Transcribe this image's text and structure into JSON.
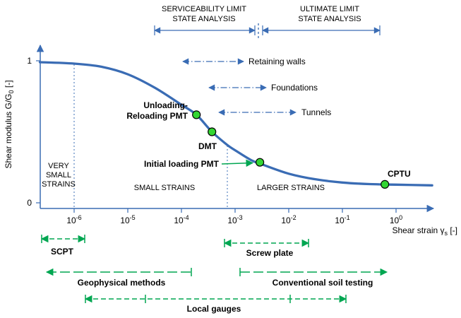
{
  "chart_data": {
    "type": "line",
    "title": "",
    "x_axis": {
      "scale": "log",
      "label": "Shear strain γs [-]",
      "label_parts": {
        "prefix": "Shear strain γ",
        "sub": "s",
        "suffix": " [-]"
      },
      "ticks": [
        {
          "base": "10",
          "exp": "-6",
          "value": 1e-06
        },
        {
          "base": "10",
          "exp": "-5",
          "value": 1e-05
        },
        {
          "base": "10",
          "exp": "-4",
          "value": 0.0001
        },
        {
          "base": "10",
          "exp": "-3",
          "value": 0.001
        },
        {
          "base": "10",
          "exp": "-2",
          "value": 0.01
        },
        {
          "base": "10",
          "exp": "-1",
          "value": 0.1
        },
        {
          "base": "10",
          "exp": "0",
          "value": 1
        }
      ]
    },
    "y_axis": {
      "label": "Shear modulus G/G0 [-]",
      "label_parts": {
        "prefix": "Shear modulus G/G",
        "sub": "0",
        "suffix": " [-]"
      },
      "ticks": [
        {
          "label": "1",
          "value": 1
        },
        {
          "label": "0",
          "value": 0
        }
      ]
    },
    "curve": {
      "name": "shear-modulus-degradation-curve",
      "points": [
        [
          2.3e-07,
          0.99
        ],
        [
          1e-06,
          0.98
        ],
        [
          3.2e-06,
          0.958
        ],
        [
          1e-05,
          0.905
        ],
        [
          3.2e-05,
          0.81
        ],
        [
          0.0001,
          0.69
        ],
        [
          0.00019,
          0.62
        ],
        [
          0.00037,
          0.5
        ],
        [
          0.0007,
          0.41
        ],
        [
          0.001,
          0.37
        ],
        [
          0.002,
          0.3
        ],
        [
          0.0032,
          0.27
        ],
        [
          0.01,
          0.205
        ],
        [
          0.032,
          0.165
        ],
        [
          0.1,
          0.143
        ],
        [
          0.32,
          0.132
        ],
        [
          1.0,
          0.128
        ],
        [
          4.7,
          0.123
        ]
      ]
    },
    "test_points": [
      {
        "label": "Unloading-Reloading PMT",
        "label_lines": [
          "Unloading-",
          "Reloading PMT"
        ],
        "strain": 0.00019,
        "g_ratio": 0.62
      },
      {
        "label": "DMT",
        "label_lines": [
          "DMT"
        ],
        "strain": 0.00037,
        "g_ratio": 0.5
      },
      {
        "label": "Initial loading PMT",
        "label_lines": [
          "Initial loading PMT"
        ],
        "strain": 0.0029,
        "g_ratio": 0.285
      },
      {
        "label": "CPTU",
        "label_lines": [
          "CPTU"
        ],
        "strain": 0.62,
        "g_ratio": 0.13
      }
    ],
    "strain_regions": [
      {
        "label": "VERY SMALL STRAINS",
        "label_lines": [
          "VERY",
          "SMALL",
          "STRAINS"
        ],
        "range": [
          null,
          1e-06
        ]
      },
      {
        "label": "SMALL STRAINS",
        "label_lines": [
          "SMALL STRAINS"
        ],
        "range": [
          1e-06,
          0.0007
        ]
      },
      {
        "label": "LARGER STRAINS",
        "label_lines": [
          "LARGER STRAINS"
        ],
        "range": [
          0.0007,
          null
        ]
      }
    ],
    "analysis_ranges": [
      {
        "label": "SERVICEABILITY LIMIT STATE ANALYSIS",
        "label_lines": [
          "SERVICEABILITY LIMIT",
          "STATE ANALYSIS"
        ],
        "range": [
          5e-05,
          0.0022
        ]
      },
      {
        "label": "ULTIMATE LIMIT STATE ANALYSIS",
        "label_lines": [
          "ULTIMATE LIMIT",
          "STATE ANALYSIS"
        ],
        "range": [
          0.003,
          0.5
        ]
      }
    ],
    "structure_ranges": [
      {
        "label": "Retaining walls",
        "range": [
          0.0001,
          0.0015
        ]
      },
      {
        "label": "Foundations",
        "range": [
          0.0003,
          0.004
        ]
      },
      {
        "label": "Tunnels",
        "range": [
          0.0005,
          0.014
        ]
      }
    ],
    "test_method_ranges": [
      {
        "label": "SCPT",
        "range": [
          2.4e-07,
          1.6e-06
        ]
      },
      {
        "label": "Screw plate",
        "range": [
          0.0006,
          0.024
        ]
      },
      {
        "label": "Geophysical methods",
        "range": [
          3e-07,
          0.00015
        ]
      },
      {
        "label": "Conventional soil testing",
        "range": [
          0.0012,
          0.7
        ]
      },
      {
        "label": "Local gauges",
        "range": [
          1.6e-06,
          0.12
        ]
      }
    ],
    "colors": {
      "curve": "#3a6cb4",
      "axis": "#3a6cb4",
      "annotation_blue": "#3a6cb4",
      "annotation_green": "#00a651",
      "point_fill": "#33d633",
      "point_stroke": "#000000"
    }
  }
}
